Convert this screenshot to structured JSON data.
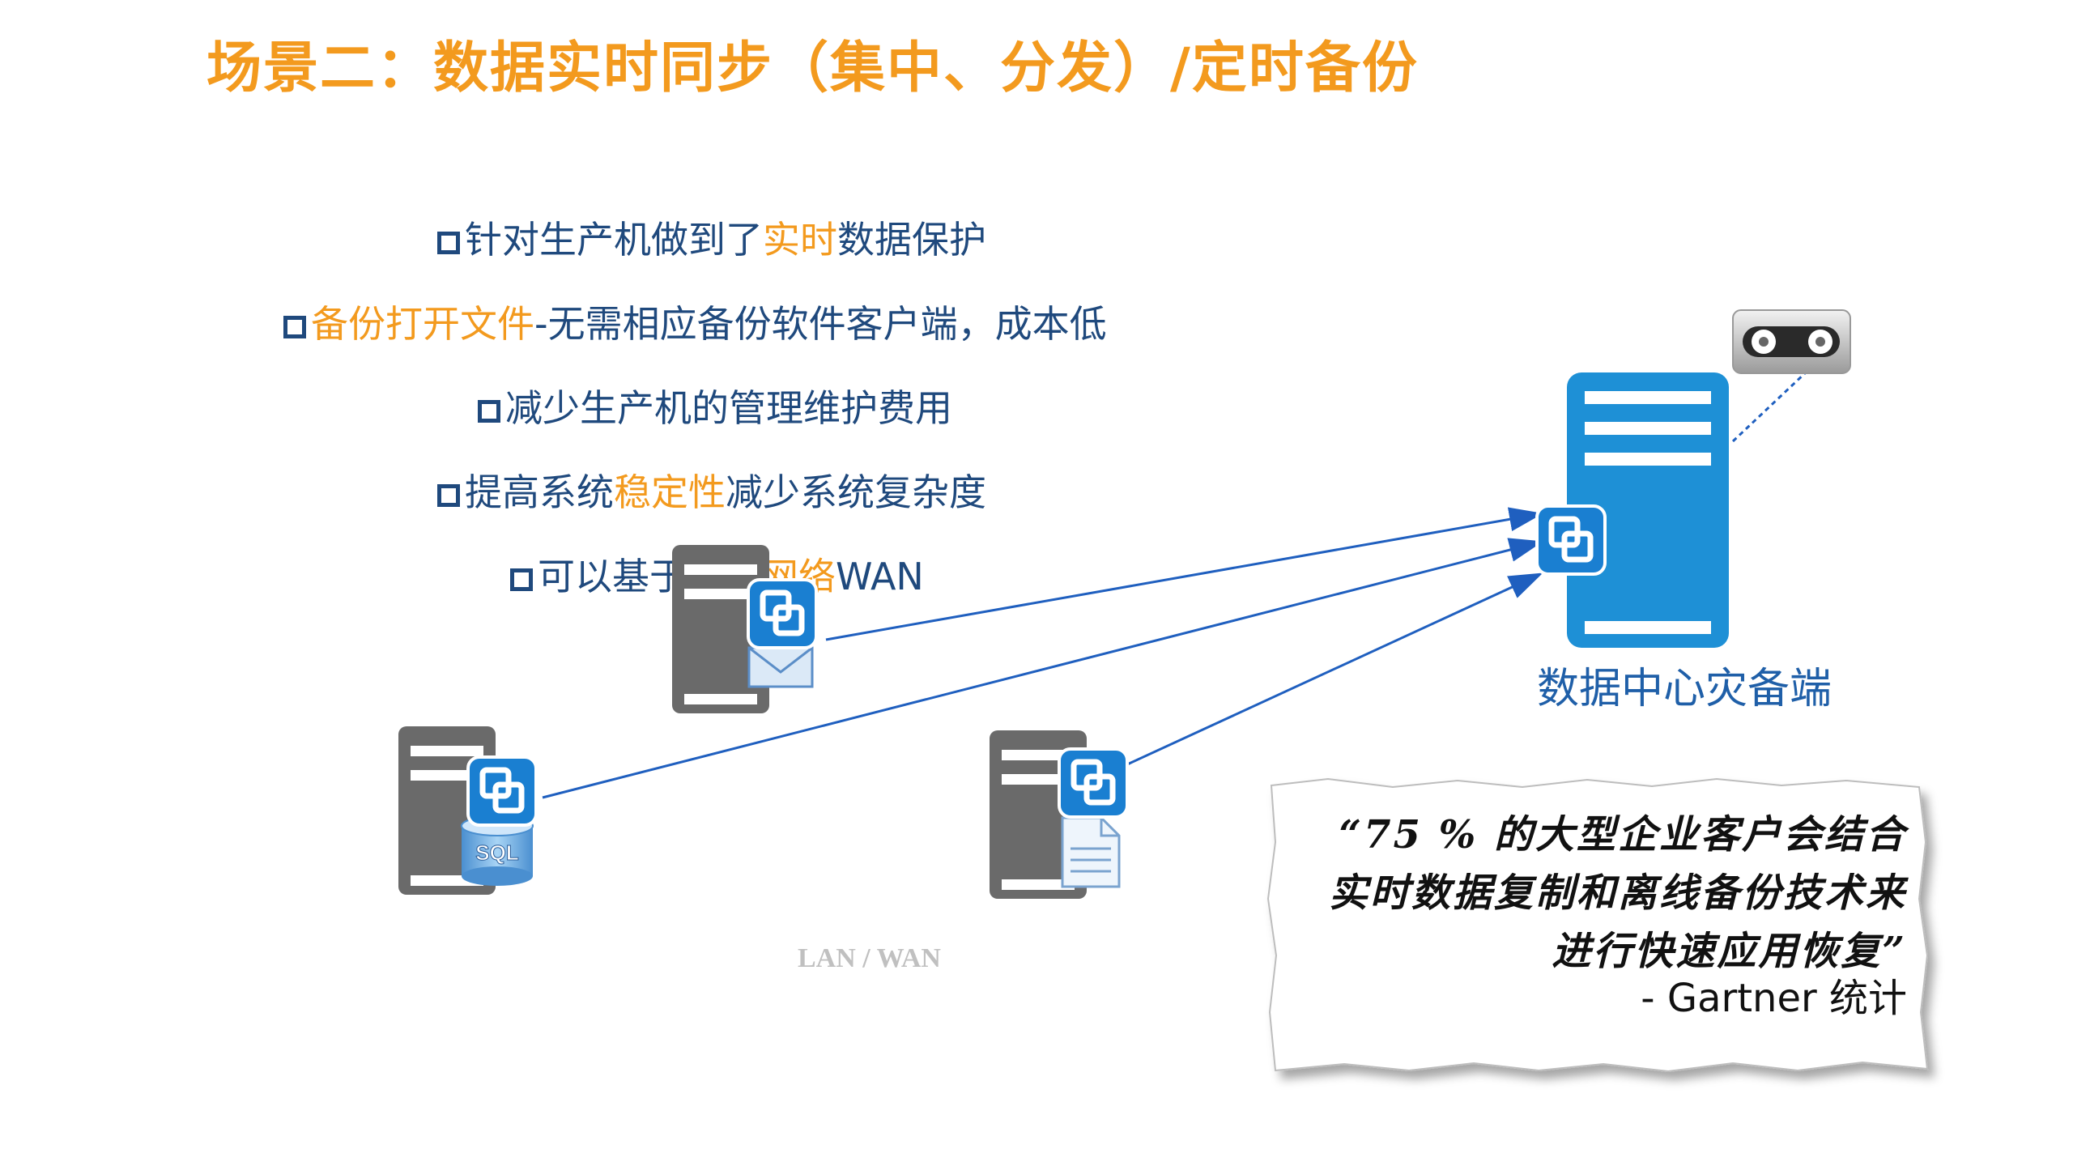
{
  "slide": {
    "title": "场景二：数据实时同步（集中、分发）/定时备份"
  },
  "bullets": [
    {
      "segments": [
        {
          "text": "针对生产机做到了",
          "hl": false
        },
        {
          "text": "实时",
          "hl": true
        },
        {
          "text": "数据保护",
          "hl": false
        }
      ]
    },
    {
      "segments": [
        {
          "text": "备份打开文件",
          "hl": true
        },
        {
          "text": "-无需相应备份软件客户端，成本低",
          "hl": false
        }
      ]
    },
    {
      "segments": [
        {
          "text": "减少生产机的管理维护费用",
          "hl": false
        }
      ]
    },
    {
      "segments": [
        {
          "text": "提高系统",
          "hl": false
        },
        {
          "text": "稳定性",
          "hl": true
        },
        {
          "text": "减少系统复杂度",
          "hl": false
        }
      ]
    },
    {
      "segments": [
        {
          "text": "可以基于",
          "hl": false
        },
        {
          "text": "广域网络",
          "hl": true
        },
        {
          "text": "WAN",
          "hl": false
        }
      ]
    }
  ],
  "diagram": {
    "center_label": "数据中心灾备端",
    "network_label": "LAN / WAN",
    "sql_label": "SQL",
    "colors": {
      "accent": "#f39a1e",
      "text_blue": "#1f497d",
      "server_blue": "#1e90d6",
      "line_blue": "#1f5fbf",
      "server_gray": "#6a6a6a"
    }
  },
  "quote": {
    "text": "“75 % 的大型企业客户会结合实时数据复制和离线备份技术来进行快速应用恢复”",
    "source": "- Gartner 统计"
  }
}
